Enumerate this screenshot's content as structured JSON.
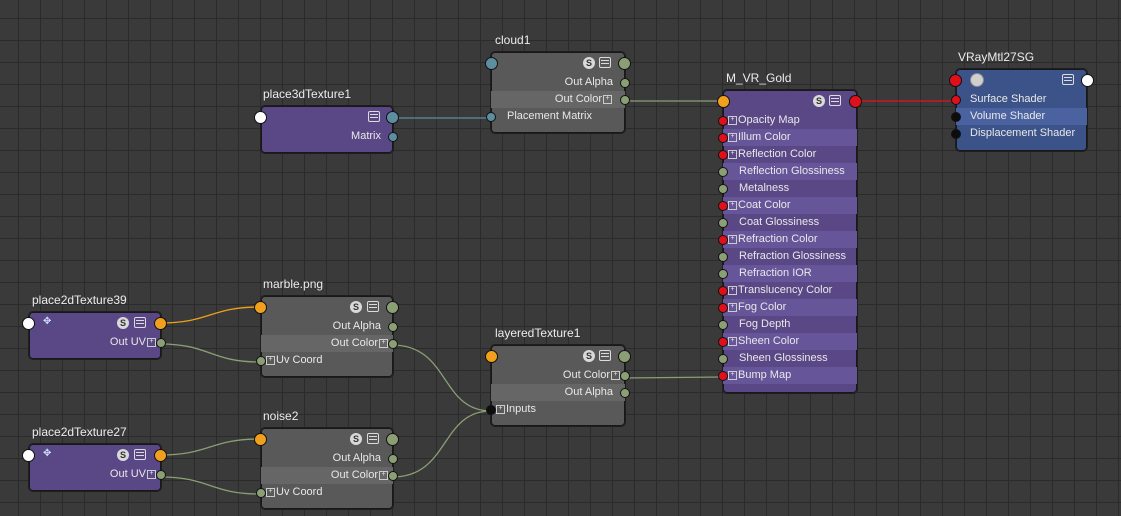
{
  "nodes": {
    "cloud1": {
      "title": "cloud1",
      "out_alpha": "Out Alpha",
      "out_color": "Out Color",
      "placement_matrix": "Placement Matrix"
    },
    "place3d": {
      "title": "place3dTexture1",
      "matrix": "Matrix"
    },
    "material": {
      "title": "M_VR_Gold",
      "attributes": [
        "Opacity Map",
        "Illum Color",
        "Reflection Color",
        "Reflection Glossiness",
        "Metalness",
        "Coat Color",
        "Coat Glossiness",
        "Refraction Color",
        "Refraction Glossiness",
        "Refraction IOR",
        "Translucency Color",
        "Fog Color",
        "Fog Depth",
        "Sheen Color",
        "Sheen Glossiness",
        "Bump Map"
      ]
    },
    "sg": {
      "title": "VRayMtl27SG",
      "surface": "Surface Shader",
      "volume": "Volume Shader",
      "displacement": "Displacement Shader"
    },
    "place2d39": {
      "title": "place2dTexture39",
      "out_uv": "Out UV"
    },
    "marble": {
      "title": "marble.png",
      "out_alpha": "Out Alpha",
      "out_color": "Out Color",
      "uv_coord": "Uv Coord"
    },
    "layered": {
      "title": "layeredTexture1",
      "out_color": "Out Color",
      "out_alpha": "Out Alpha",
      "inputs": "Inputs"
    },
    "place2d27": {
      "title": "place2dTexture27",
      "out_uv": "Out UV"
    },
    "noise": {
      "title": "noise2",
      "out_alpha": "Out Alpha",
      "out_color": "Out Color",
      "uv_coord": "Uv Coord"
    }
  },
  "icons": {
    "swatch": "S",
    "menu": "menu-icon"
  },
  "colors": {
    "background": "#3a3a3a",
    "texture_node": "#595959",
    "utility_node": "#5a4886",
    "shading_group": "#3b5389",
    "connection_color": "#8a9f74",
    "connection_matrix": "#5c8ea0",
    "connection_shader": "#e0101a",
    "connection_uv": "#f0a01c"
  }
}
